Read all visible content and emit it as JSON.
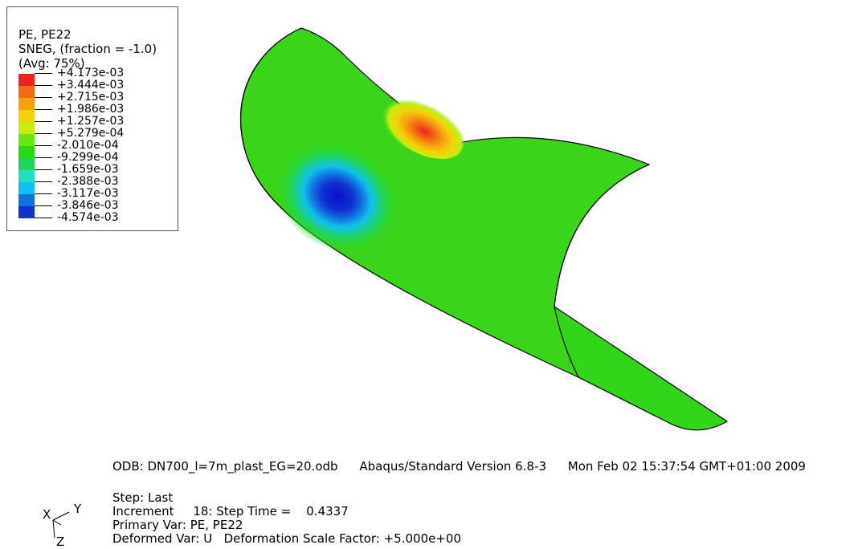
{
  "legend": {
    "title": "PE, PE22",
    "subtitle": "SNEG, (fraction = -1.0)",
    "averaging": "(Avg: 75%)",
    "values": [
      "+4.173e-03",
      "+3.444e-03",
      "+2.715e-03",
      "+1.986e-03",
      "+1.257e-03",
      "+5.279e-04",
      "-2.010e-04",
      "-9.299e-04",
      "-1.659e-03",
      "-2.388e-03",
      "-3.117e-03",
      "-3.846e-03",
      "-4.574e-03"
    ],
    "colors": [
      "#e8241c",
      "#f26a14",
      "#f6a20c",
      "#f4d20a",
      "#c8ec10",
      "#66e810",
      "#2cd814",
      "#20d65a",
      "#20e0c0",
      "#10c0ec",
      "#1070e0",
      "#1030d0",
      "#0a10c8"
    ]
  },
  "odb_line": {
    "odb": "ODB: DN700_l=7m_plast_EG=20.odb",
    "version": "Abaqus/Standard Version 6.8-3",
    "date": "Mon Feb 02 15:37:54 GMT+01:00 2009"
  },
  "step_info": {
    "step": "Step: Last",
    "increment": "Increment     18: Step Time =    0.4337",
    "primary_var": "Primary Var: PE, PE22",
    "deformed_var": "Deformed Var: U   Deformation Scale Factor: +5.000e+00"
  },
  "triad": {
    "x": "X",
    "y": "Y",
    "z": "Z"
  }
}
